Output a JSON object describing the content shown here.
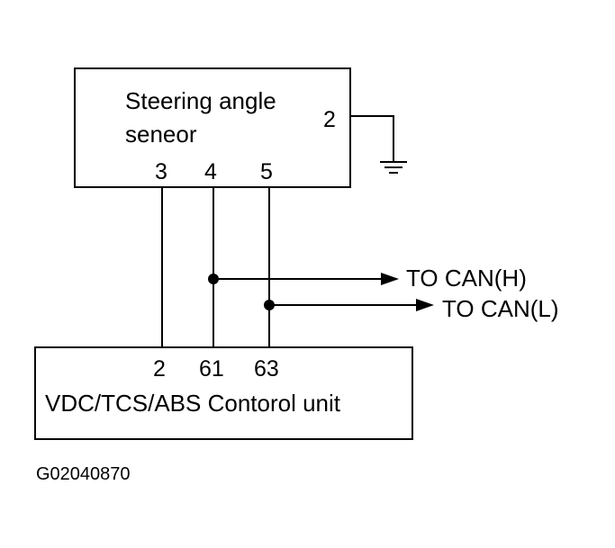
{
  "sensor": {
    "name_line1": "Steering angle",
    "name_line2": "seneor",
    "pins": {
      "p2": "2",
      "p3": "3",
      "p4": "4",
      "p5": "5"
    }
  },
  "control_unit": {
    "name": "VDC/TCS/ABS Contorol unit",
    "pins": {
      "p2": "2",
      "p61": "61",
      "p63": "63"
    }
  },
  "outputs": {
    "can_h": "TO CAN(H)",
    "can_l": "TO CAN(L)"
  },
  "figure_code": "G02040870"
}
